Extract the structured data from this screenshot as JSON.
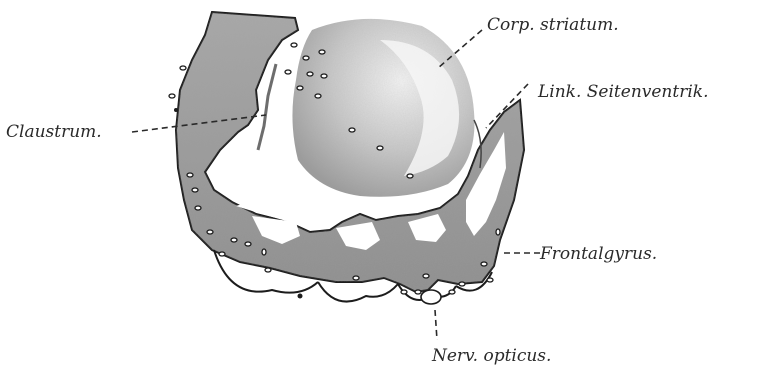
{
  "figure": {
    "labels": {
      "corp_striatum": "Corp. striatum.",
      "seitenventrikel": "Link. Seitenventrik.",
      "claustrum": "Claustrum.",
      "frontalgyrus": "Frontalgyrus.",
      "nerv_opticus": "Nerv. opticus."
    }
  }
}
